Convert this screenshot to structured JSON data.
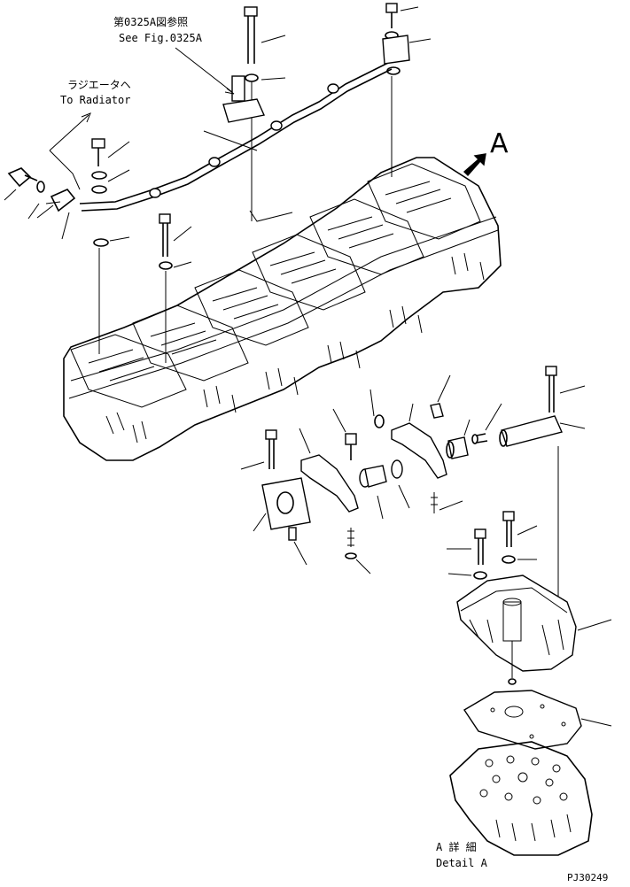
{
  "references": {
    "see_fig_jp": "第0325A図参照",
    "see_fig_en": "See Fig.0325A",
    "to_radiator_jp": "ラジエータヘ",
    "to_radiator_en": "To Radiator"
  },
  "view_marker": {
    "letter": "A"
  },
  "detail": {
    "label_jp": "A 詳 細",
    "label_en": "Detail A"
  },
  "drawing_code": "PJ30249"
}
